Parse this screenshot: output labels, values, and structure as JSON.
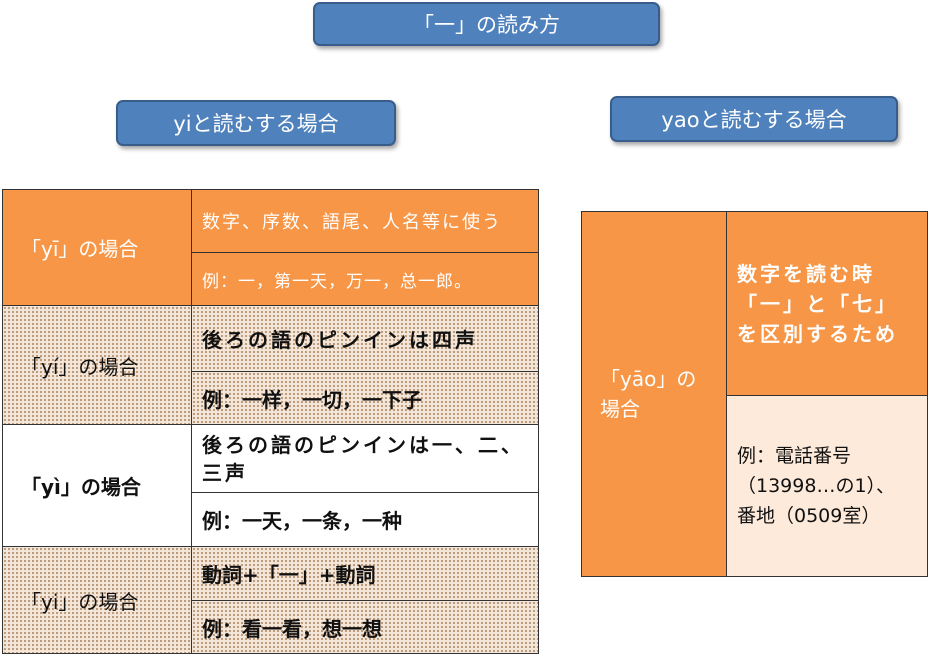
{
  "title": "「一」の読み方",
  "yi_header": "yiと読むする場合",
  "yao_header": "yaoと読むする場合",
  "yi_table": {
    "rows": [
      {
        "label": "「yī」の場合",
        "rule": "数字、序数、語尾、人名等に使う",
        "example": "例：一，第一天，万一，总一郎。"
      },
      {
        "label": "「yí」の場合",
        "rule": "後ろの語のピンインは四声",
        "example": "例：一样，一切，一下子"
      },
      {
        "label": "「yì」の場合",
        "rule": "後ろの語のピンインは一、二、三声",
        "example": "例：一天，一条，一种"
      },
      {
        "label": "「yi」の場合",
        "rule": "動詞+「一」+動詞",
        "example": "例：看一看，想一想"
      }
    ]
  },
  "yao_table": {
    "label_lines": [
      "「yāo」の",
      "場合"
    ],
    "rule_lines": [
      "数字を読む時",
      "「一」と「七」",
      "を区別するため"
    ],
    "example_lines": [
      "例：電話番号",
      "（13998…の1）、",
      "番地（0509室）"
    ]
  },
  "colors": {
    "header_fill": "#4F81BD",
    "header_border": "#385D8A",
    "orange": "#F79646",
    "peach": "#FDEADA",
    "dotted_base": "#f4e6d8"
  }
}
